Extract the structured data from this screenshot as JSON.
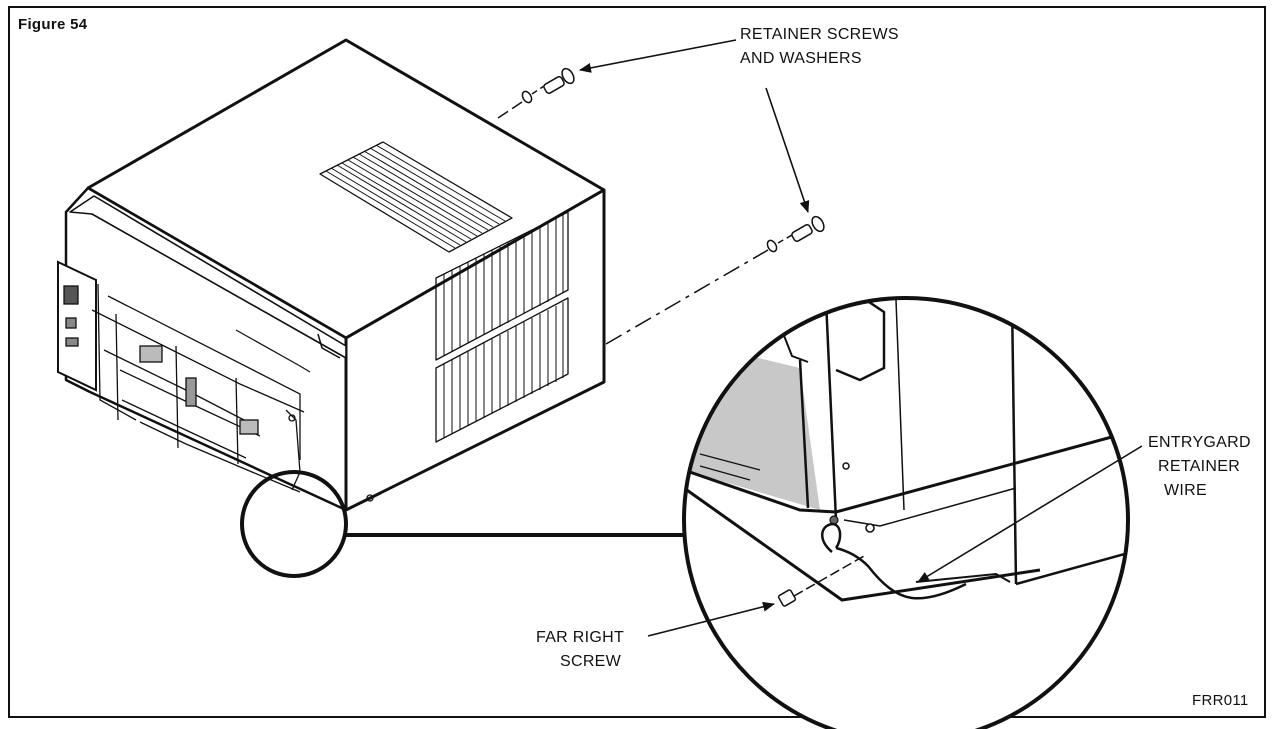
{
  "figure": {
    "label": "Figure 54",
    "code": "FRR011"
  },
  "callouts": {
    "retainer_screws_line1": "RETAINER SCREWS",
    "retainer_screws_line2": "AND WASHERS",
    "entrygard_line1": "ENTRYGARD",
    "entrygard_line2": "RETAINER",
    "entrygard_line3": "WIRE",
    "far_right_line1": "FAR RIGHT",
    "far_right_line2": "SCREW"
  }
}
